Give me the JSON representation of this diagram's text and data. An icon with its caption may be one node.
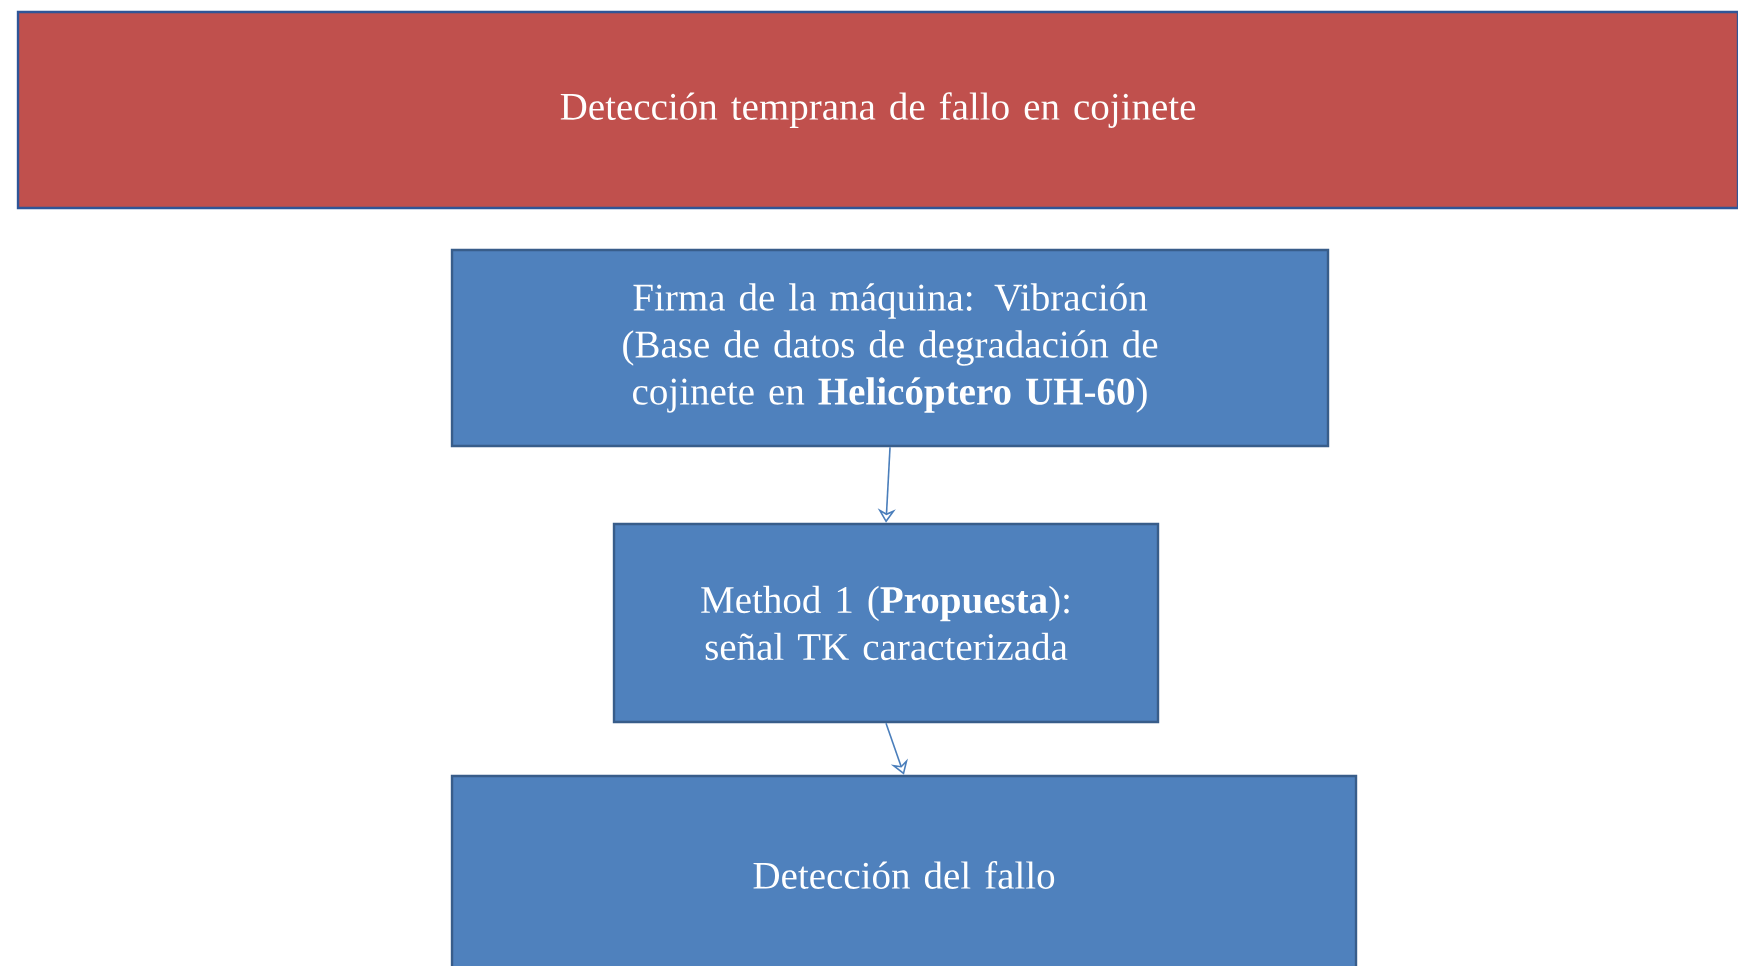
{
  "diagram": {
    "nodes": [
      {
        "text": [
          "Detección temprana de fallo en cojinete"
        ]
      },
      {
        "text": [
          "Firma de la máquina: Vibración",
          "(Base de datos de degradación de cojinete en **Helicóptero UH-60**)"
        ]
      },
      {
        "text": [
          "Method 1 (**Propuesta**): señal TK caracterizada"
        ]
      },
      {
        "text": [
          "Detección del fallo"
        ]
      }
    ],
    "edges": [
      {
        "from": 1,
        "to": 2,
        "arrow": "to"
      },
      {
        "from": 2,
        "to": 3,
        "arrow": "to"
      }
    ]
  }
}
